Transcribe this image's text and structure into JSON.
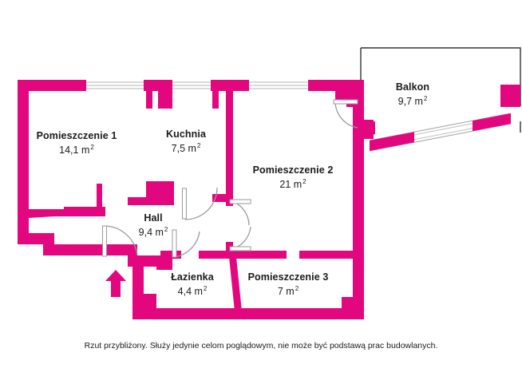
{
  "plan": {
    "wall_color": "#e3077f",
    "outline_color": "#333333",
    "window_color": "#c9c9c9",
    "door_color": "#9a9a9a",
    "background": "#ffffff"
  },
  "rooms": [
    {
      "id": "pomieszczenie-1",
      "name": "Pomieszczenie 1",
      "area_value": "14,1 m",
      "area_unit": "2"
    },
    {
      "id": "kuchnia",
      "name": "Kuchnia",
      "area_value": "7,5 m",
      "area_unit": "2"
    },
    {
      "id": "pomieszczenie-2",
      "name": "Pomieszczenie 2",
      "area_value": "21 m",
      "area_unit": "2"
    },
    {
      "id": "hall",
      "name": "Hall",
      "area_value": "9,4 m",
      "area_unit": "2"
    },
    {
      "id": "lazienka",
      "name": "Łazienka",
      "area_value": "4,4 m",
      "area_unit": "2"
    },
    {
      "id": "pomieszczenie-3",
      "name": "Pomieszczenie 3",
      "area_value": "7 m",
      "area_unit": "2"
    },
    {
      "id": "balkon",
      "name": "Balkon",
      "area_value": "9,7 m",
      "area_unit": "2"
    }
  ],
  "caption": {
    "text": "Rzut przybliżony. Służy jedynie celom poglądowym, nie może być podstawą prac budowlanych."
  },
  "entrance": {
    "label": "entrance-arrow"
  }
}
